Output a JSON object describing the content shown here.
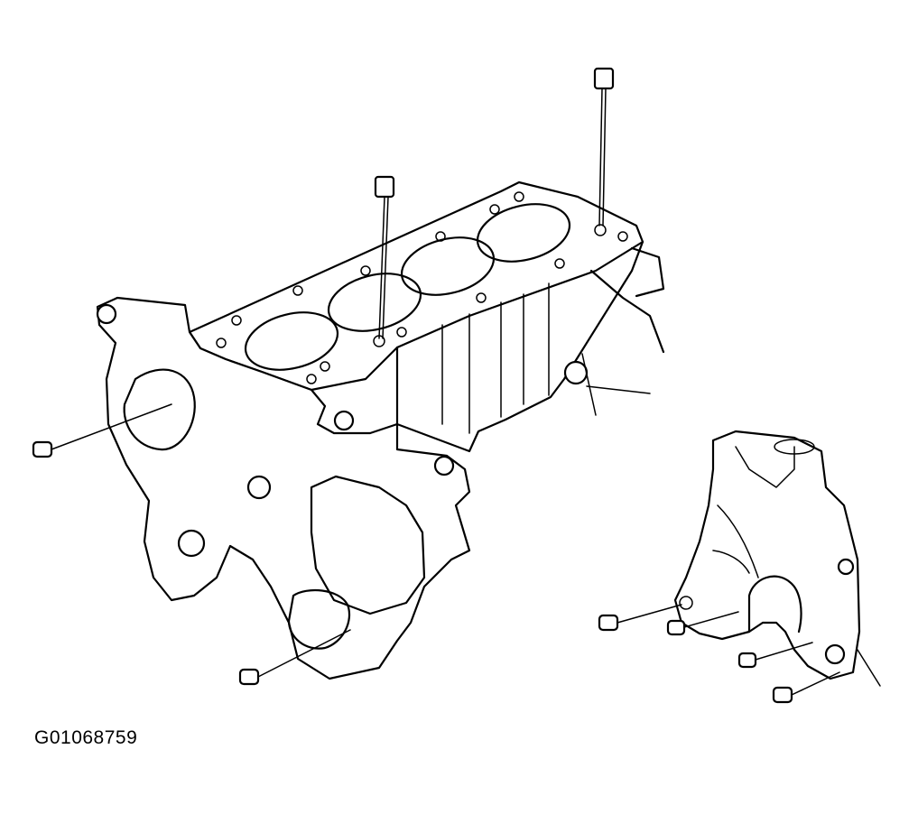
{
  "figure": {
    "id_label": "G01068759"
  },
  "parts": {
    "main_assembly": "engine-block-with-head-gasket",
    "dowel_pins": 2,
    "bolts_left_group": 2,
    "bolts_right_group": 4,
    "cylinder_bores": 4
  }
}
